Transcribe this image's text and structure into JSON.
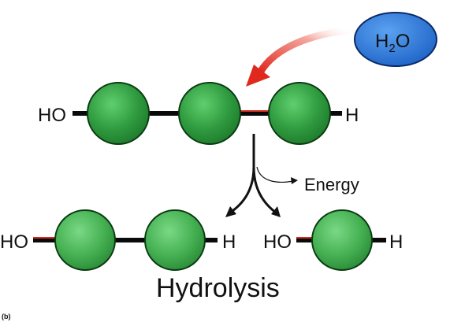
{
  "water": {
    "label_main": "H",
    "label_sub": "2",
    "label_end": "O"
  },
  "polymer": {
    "left_end": "HO",
    "right_end": "H"
  },
  "products": {
    "dimer": {
      "left_end": "HO",
      "right_end": "H"
    },
    "monomer": {
      "left_end": "HO",
      "right_end": "H"
    }
  },
  "energy_label": "Energy",
  "process_title": "Hydrolysis",
  "panel_label": "(b)",
  "colors": {
    "monomer_fill": "#2f9a3f",
    "monomer_fill_light": "#4fbf5d",
    "monomer_outline": "#0b3b12",
    "bond": "#0a0a0a",
    "bond_red": "#d32b1e",
    "water_fill": "#2f7fe0",
    "water_outline": "#0a2a66",
    "arrow_red": "#e0281c"
  }
}
